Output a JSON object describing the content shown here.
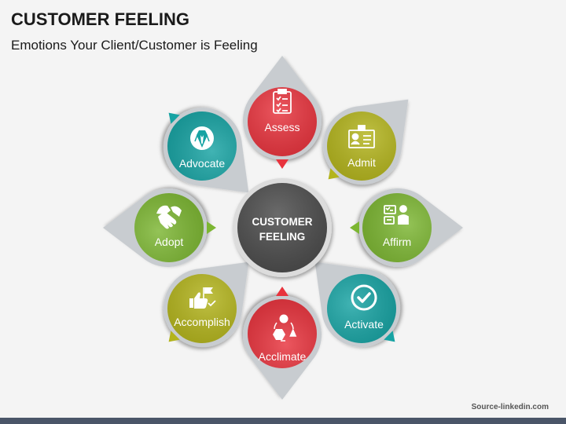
{
  "header": {
    "title": "CUSTOMER FEELING",
    "subtitle": "Emotions Your Client/Customer is Feeling"
  },
  "center": {
    "line1": "CUSTOMER",
    "line2": "FEELING"
  },
  "petals": [
    {
      "label": "Assess",
      "icon": "checklist-icon",
      "color": "#e8333d"
    },
    {
      "label": "Admit",
      "icon": "id-card-icon",
      "color": "#b3b41c"
    },
    {
      "label": "Affirm",
      "icon": "presenter-icon",
      "color": "#7cb632"
    },
    {
      "label": "Activate",
      "icon": "checkmark-circle-icon",
      "color": "#17a3a3"
    },
    {
      "label": "Acclimate",
      "icon": "shapes-cycle-icon",
      "color": "#e8333d"
    },
    {
      "label": "Accomplish",
      "icon": "thumbs-up-flag-icon",
      "color": "#b3b41c"
    },
    {
      "label": "Adopt",
      "icon": "handshake-icon",
      "color": "#7cb632"
    },
    {
      "label": "Advocate",
      "icon": "lawyer-icon",
      "color": "#17a3a3"
    }
  ],
  "colors": {
    "center": "#4a4a4a",
    "bottom_bar": "#4a5568"
  },
  "footer": {
    "source": "Source-linkedin.com"
  }
}
